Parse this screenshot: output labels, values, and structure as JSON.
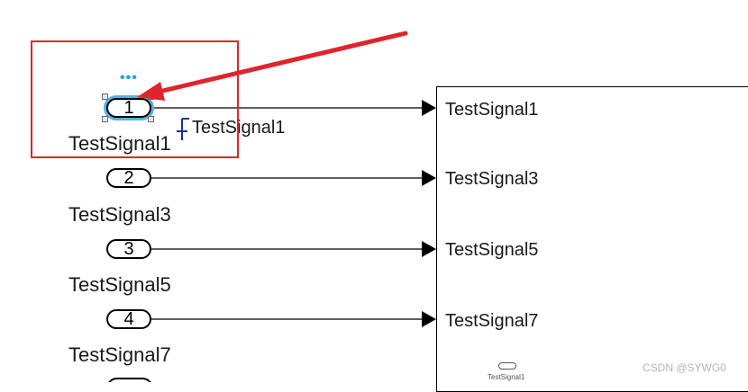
{
  "inports": [
    {
      "number": "1",
      "label": "TestSignal1"
    },
    {
      "number": "2",
      "label": "TestSignal3"
    },
    {
      "number": "3",
      "label": "TestSignal5"
    },
    {
      "number": "4",
      "label": "TestSignal7"
    }
  ],
  "subsystem": {
    "inputs": [
      "TestSignal1",
      "TestSignal3",
      "TestSignal5",
      "TestSignal7"
    ],
    "mini_label": "TestSignal1"
  },
  "signal_tag": {
    "label": "TestSignal1"
  },
  "selection_dots": "•••",
  "watermark": "CSDN @SYWG0",
  "colors": {
    "highlight": "#e0242b",
    "selection": "#4fb3e6",
    "tag": "#1f2f9f"
  }
}
